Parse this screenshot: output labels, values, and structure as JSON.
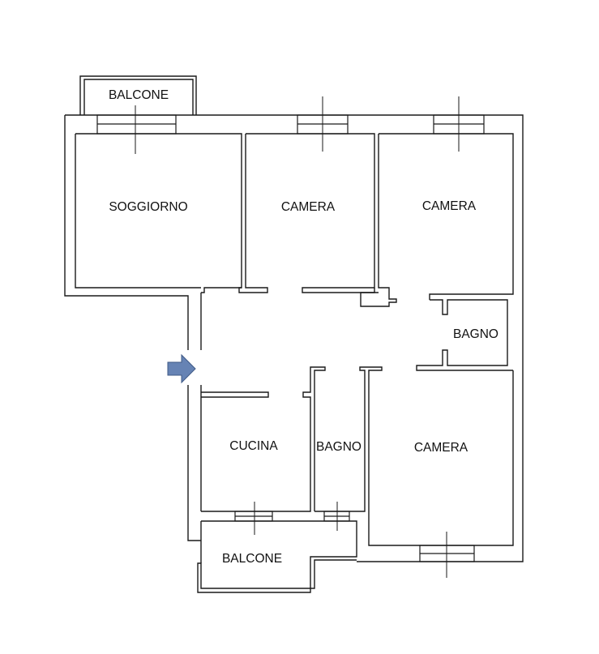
{
  "rooms": {
    "balcone_top": "BALCONE",
    "soggiorno": "SOGGIORNO",
    "camera_1": "CAMERA",
    "camera_2": "CAMERA",
    "bagno_1": "BAGNO",
    "cucina": "CUCINA",
    "bagno_2": "BAGNO",
    "camera_3": "CAMERA",
    "balcone_bottom": "BALCONE"
  },
  "colors": {
    "entrance_arrow": "#6683b4",
    "entrance_arrow_stroke": "#3f5a86"
  },
  "icons": {
    "entrance": "arrow-right-icon"
  }
}
